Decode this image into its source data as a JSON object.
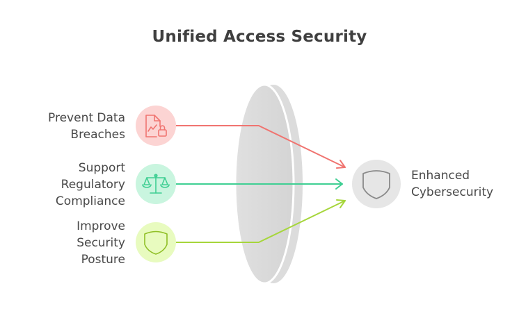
{
  "title": "Unified Access Security",
  "inputs": [
    {
      "lines": [
        "Prevent Data",
        "Breaches"
      ],
      "icon": "document-lock-icon",
      "color": "#f07470",
      "bg": "#fcd4d3"
    },
    {
      "lines": [
        "Support",
        "Regulatory",
        "Compliance"
      ],
      "icon": "balance-scale-icon",
      "color": "#3fcf93",
      "bg": "#c9f5df"
    },
    {
      "lines": [
        "Improve",
        "Security",
        "Posture"
      ],
      "icon": "shield-icon",
      "color": "#a6d63b",
      "bg": "#e8fbbf"
    }
  ],
  "output": {
    "lines": [
      "Enhanced",
      "Cybersecurity"
    ],
    "icon": "shield-icon",
    "bg": "#e6e6e6"
  }
}
